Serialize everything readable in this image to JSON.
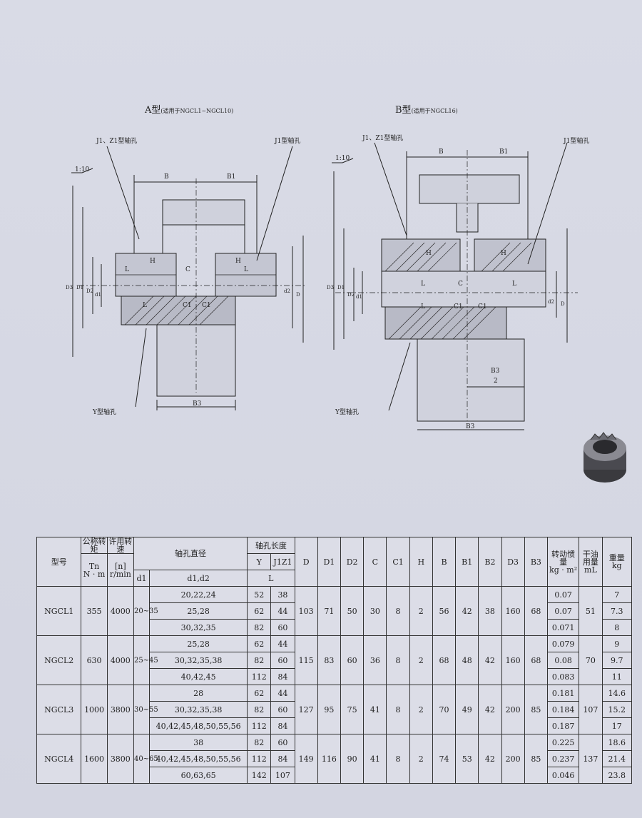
{
  "diagram_a": {
    "title": "A型",
    "note": "(适用于NGCL1~NGCL10)",
    "labels": {
      "bore_j1z1": "J1、Z1型轴孔",
      "bore_j1": "J1型轴孔",
      "bore_y": "Y型轴孔",
      "taper": "1:10",
      "b": "B",
      "b1": "B1",
      "b3": "B3",
      "d3": "D3",
      "d1": "D1",
      "d2": "D2",
      "d1s": "d1",
      "d2s": "d2",
      "d": "D",
      "dd2": "d2",
      "l": "L",
      "c": "C",
      "c1": "C1",
      "h": "H"
    }
  },
  "diagram_b": {
    "title": "B型",
    "note": "(适用于NGCL16)",
    "labels": {
      "bore_j1z1": "J1、Z1型轴孔",
      "bore_j1": "J1型轴孔",
      "bore_y": "Y型轴孔",
      "taper": "1:10",
      "b": "B",
      "b1": "B1",
      "b3": "B3",
      "b3half_num": "B3",
      "b3half_den": "2",
      "d3": "D3",
      "d1": "D1",
      "d2": "D2",
      "d1s": "d1",
      "d2s": "d2",
      "d": "D",
      "l": "L",
      "c": "C",
      "c1": "C1",
      "h": "H"
    }
  },
  "table": {
    "headers": {
      "model": "型号",
      "torque": "公称转矩",
      "torque_unit1": "Tn",
      "torque_unit2": "N · m",
      "speed": "许用转速",
      "speed_unit1": "[n]",
      "speed_unit2": "r/min",
      "bore_dia": "轴孔直径",
      "d1col": "d1",
      "d1d2col": "d1,d2",
      "bore_len": "轴孔长度",
      "y": "Y",
      "jz": "J1Z1",
      "l": "L",
      "D": "D",
      "D1": "D1",
      "D2": "D2",
      "C": "C",
      "C1": "C1",
      "H": "H",
      "B": "B",
      "B1": "B1",
      "B2": "B2",
      "D3": "D3",
      "B3": "B3",
      "inertia": "转动惯量",
      "inertia_unit": "kg · m²",
      "oil": "干油用量",
      "oil_unit": "mL",
      "weight": "重量",
      "weight_unit": "kg"
    },
    "groups": [
      {
        "model": "NGCL1",
        "torque": "355",
        "speed": "4000",
        "d1": "20~35",
        "D": "103",
        "D1": "71",
        "D2": "50",
        "C": "30",
        "C1": "8",
        "H": "2",
        "B": "56",
        "B1": "42",
        "B2": "38",
        "D3": "160",
        "B3": "68",
        "oil": "51",
        "rows": [
          {
            "d": "20,22,24",
            "y": "52",
            "jz": "38",
            "inertia": "0.07",
            "weight": "7"
          },
          {
            "d": "25,28",
            "y": "62",
            "jz": "44",
            "inertia": "0.07",
            "weight": "7.3"
          },
          {
            "d": "30,32,35",
            "y": "82",
            "jz": "60",
            "inertia": "0.071",
            "weight": "8"
          }
        ]
      },
      {
        "model": "NGCL2",
        "torque": "630",
        "speed": "4000",
        "d1": "25~45",
        "D": "115",
        "D1": "83",
        "D2": "60",
        "C": "36",
        "C1": "8",
        "H": "2",
        "B": "68",
        "B1": "48",
        "B2": "42",
        "D3": "160",
        "B3": "68",
        "oil": "70",
        "rows": [
          {
            "d": "25,28",
            "y": "62",
            "jz": "44",
            "inertia": "0.079",
            "weight": "9"
          },
          {
            "d": "30,32,35,38",
            "y": "82",
            "jz": "60",
            "inertia": "0.08",
            "weight": "9.7"
          },
          {
            "d": "40,42,45",
            "y": "112",
            "jz": "84",
            "inertia": "0.083",
            "weight": "11"
          }
        ]
      },
      {
        "model": "NGCL3",
        "torque": "1000",
        "speed": "3800",
        "d1": "30~55",
        "D": "127",
        "D1": "95",
        "D2": "75",
        "C": "41",
        "C1": "8",
        "H": "2",
        "B": "70",
        "B1": "49",
        "B2": "42",
        "D3": "200",
        "B3": "85",
        "oil": "107",
        "rows": [
          {
            "d": "28",
            "y": "62",
            "jz": "44",
            "inertia": "0.181",
            "weight": "14.6"
          },
          {
            "d": "30,32,35,38",
            "y": "82",
            "jz": "60",
            "inertia": "0.184",
            "weight": "15.2"
          },
          {
            "d": "40,42,45,48,50,55,56",
            "y": "112",
            "jz": "84",
            "inertia": "0.187",
            "weight": "17"
          }
        ]
      },
      {
        "model": "NGCL4",
        "torque": "1600",
        "speed": "3800",
        "d1": "40~65",
        "D": "149",
        "D1": "116",
        "D2": "90",
        "C": "41",
        "C1": "8",
        "H": "2",
        "B": "74",
        "B1": "53",
        "B2": "42",
        "D3": "200",
        "B3": "85",
        "oil": "137",
        "rows": [
          {
            "d": "38",
            "y": "82",
            "jz": "60",
            "inertia": "0.225",
            "weight": "18.6"
          },
          {
            "d": "40,42,45,48,50,55,56",
            "y": "112",
            "jz": "84",
            "inertia": "0.237",
            "weight": "21.4"
          },
          {
            "d": "60,63,65",
            "y": "142",
            "jz": "107",
            "inertia": "0.046",
            "weight": "23.8"
          }
        ]
      }
    ]
  }
}
